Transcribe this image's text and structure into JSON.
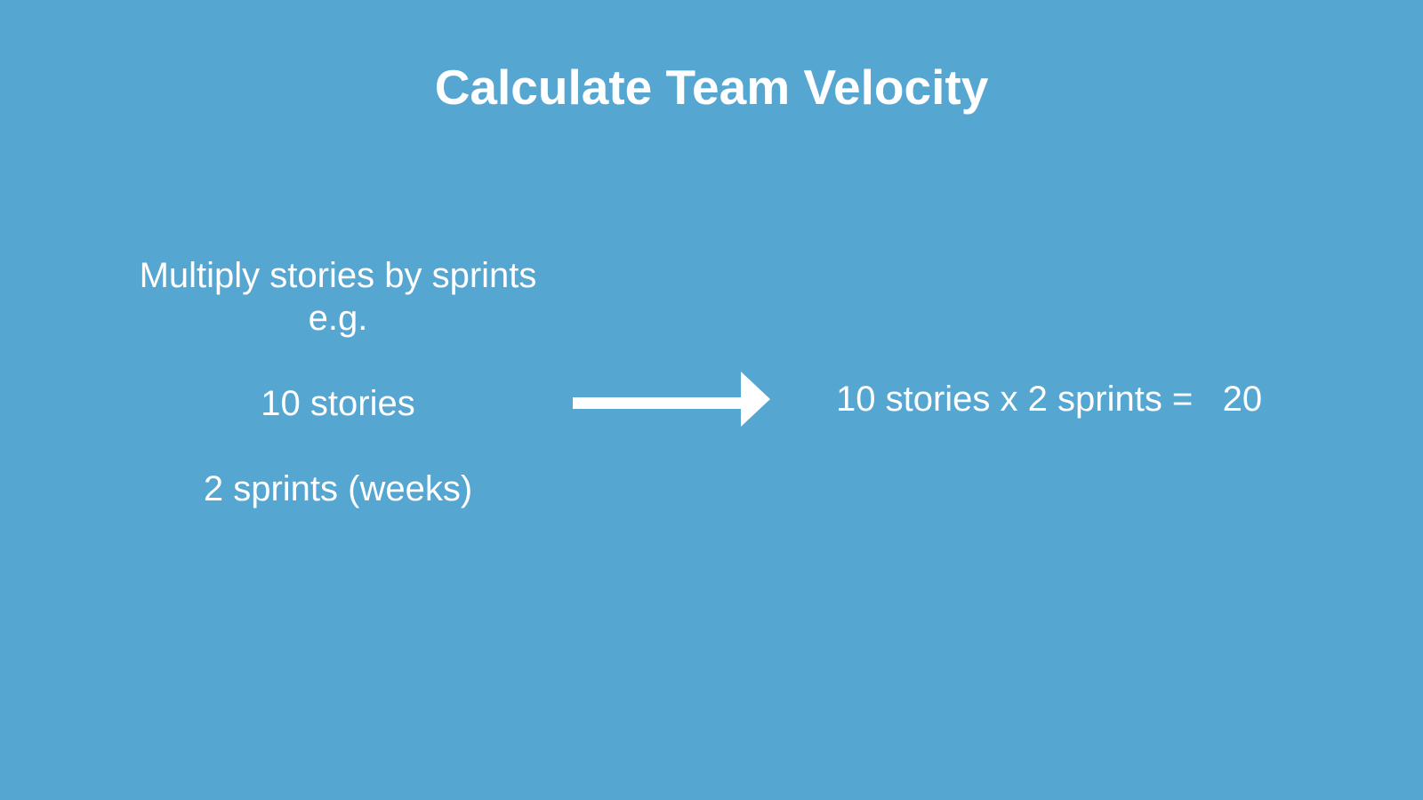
{
  "slide": {
    "background_color": "#56A6D2",
    "text_color": "#FFFFFF",
    "arrow_color": "#FFFFFF",
    "title": "Calculate Team Velocity",
    "left_block": {
      "lines": [
        "Multiply stories by sprints",
        "e.g.",
        "10 stories",
        "2 sprints (weeks)"
      ]
    },
    "arrow_icon": "right-arrow",
    "result_line": "10 stories x 2 sprints =   20"
  }
}
